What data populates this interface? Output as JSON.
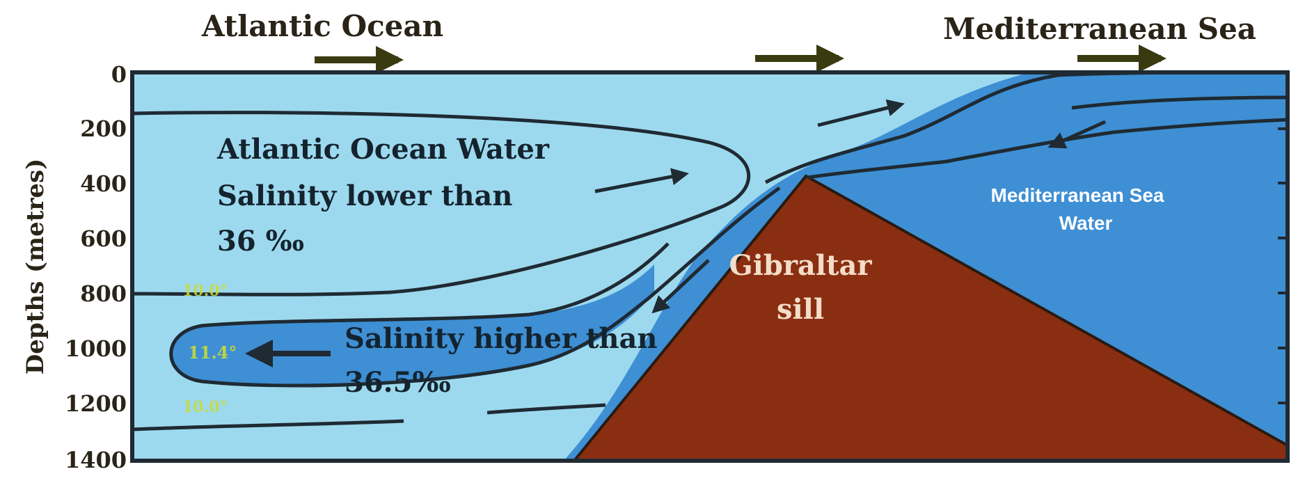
{
  "header": {
    "left_label": "Atlantic Ocean",
    "right_label": "Mediterranean Sea"
  },
  "axis": {
    "label": "Depths (metres)",
    "ticks": [
      "0",
      "200",
      "400",
      "600",
      "800",
      "1000",
      "1200",
      "1400"
    ]
  },
  "regions": {
    "atlantic_water": {
      "line1": "Atlantic Ocean Water",
      "line2": "Salinity lower than",
      "line3": "36 ‰"
    },
    "outflow": {
      "line1": "Salinity higher than",
      "line2": "36.5‰"
    },
    "sill": {
      "line1": "Gibraltar",
      "line2": "sill"
    },
    "med_water": {
      "line1": "Mediterranean Sea",
      "line2": "Water"
    }
  },
  "temperatures": [
    "10.0°",
    "11.4°",
    "10.0°"
  ],
  "colors": {
    "light_water": "#9dd9ee",
    "dense_water": "#3e8fd4",
    "sill": "#8a2e12",
    "text_dark": "#14232e",
    "axis_text": "#2a2418",
    "arrow": "#3a3a10",
    "temp_text": "#c8dc38"
  }
}
